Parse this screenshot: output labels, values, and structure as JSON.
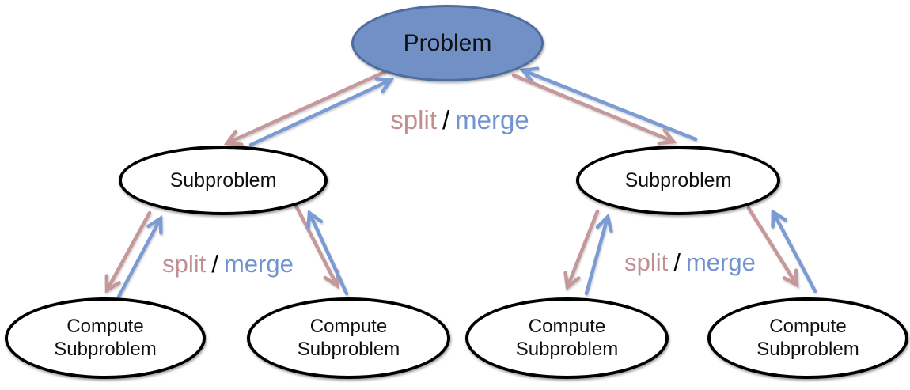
{
  "diagram_type": "divide-and-conquer-tree",
  "colors": {
    "problem_fill": "#7191c6",
    "problem_border": "#4e6d9e",
    "node_fill": "#ffffff",
    "node_border": "#000000",
    "split_color": "#c08f90",
    "merge_color": "#7193d0",
    "split_arrow": "#c59899",
    "merge_arrow": "#7b9bd4"
  },
  "nodes": [
    {
      "id": "problem",
      "label": "Problem"
    },
    {
      "id": "subproblem-left",
      "label": "Subproblem"
    },
    {
      "id": "subproblem-right",
      "label": "Subproblem"
    },
    {
      "id": "compute-subproblem-1",
      "lines": [
        "Compute",
        "Subproblem"
      ]
    },
    {
      "id": "compute-subproblem-2",
      "lines": [
        "Compute",
        "Subproblem"
      ]
    },
    {
      "id": "compute-subproblem-3",
      "lines": [
        "Compute",
        "Subproblem"
      ]
    },
    {
      "id": "compute-subproblem-4",
      "lines": [
        "Compute",
        "Subproblem"
      ]
    }
  ],
  "edge_labels": [
    {
      "location": "top-center",
      "split": "split",
      "sep": "/",
      "merge": "merge"
    },
    {
      "location": "lower-left",
      "split": "split",
      "sep": "/",
      "merge": "merge"
    },
    {
      "location": "lower-right",
      "split": "split",
      "sep": "/",
      "merge": "merge"
    }
  ]
}
